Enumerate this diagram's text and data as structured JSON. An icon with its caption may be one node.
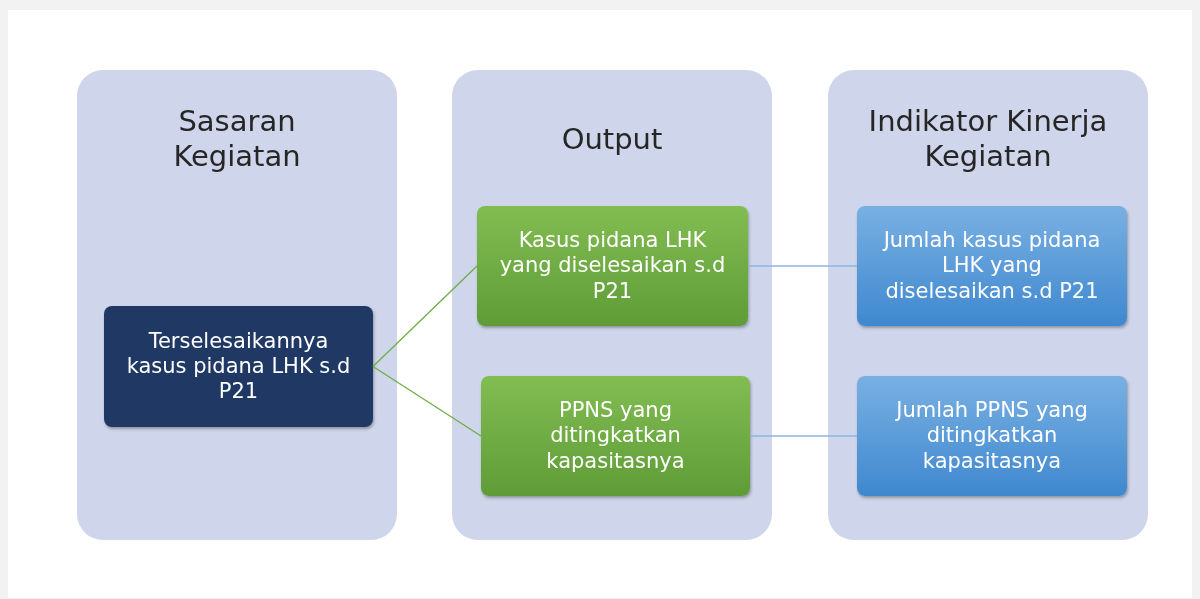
{
  "diagram": {
    "nodes": [
      {
        "text": [
          "Sasaran Kegiatan"
        ]
      },
      {
        "text": [
          "Output"
        ]
      },
      {
        "text": [
          "Indikator Kinerja Kegiatan"
        ]
      },
      {
        "text": [
          "Terselesaikannya kasus pidana LHK s.d P21"
        ],
        "in": 0
      },
      {
        "text": [
          "Kasus pidana LHK yang diselesaikan s.d P21"
        ],
        "in": 1
      },
      {
        "text": [
          "PPNS yang ditingkatkan kapasitasnya"
        ],
        "in": 1
      },
      {
        "text": [
          "Jumlah kasus pidana LHK yang diselesaikan s.d P21"
        ],
        "in": 2
      },
      {
        "text": [
          "Jumlah PPNS yang ditingkatkan kapasitasnya"
        ],
        "in": 2
      }
    ],
    "edges": [
      {
        "from": 3,
        "to": 4,
        "arrow": "none"
      },
      {
        "from": 3,
        "to": 5,
        "arrow": "none"
      },
      {
        "from": 4,
        "to": 6,
        "arrow": "none",
        "color": "#8eb4e3"
      },
      {
        "from": 5,
        "to": 7,
        "arrow": "none",
        "color": "#8eb4e3"
      }
    ]
  }
}
